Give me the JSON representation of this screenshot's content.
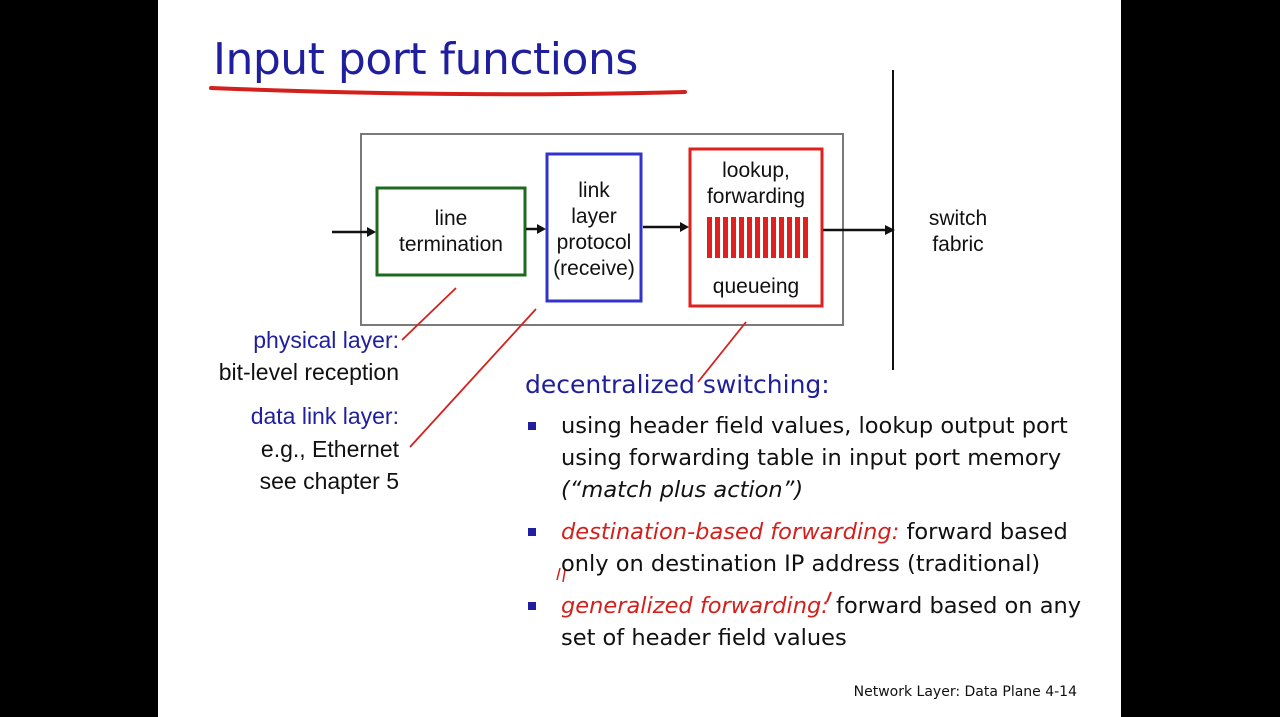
{
  "title": "Input port functions",
  "blocks": {
    "line_termination": [
      "line",
      "termination"
    ],
    "link_layer": [
      "link",
      "layer",
      "protocol",
      "(receive)"
    ],
    "lookup": [
      "lookup,",
      "forwarding"
    ],
    "queueing": "queueing"
  },
  "switch_fabric": [
    "switch",
    "fabric"
  ],
  "physical_layer": {
    "heading": "physical layer:",
    "desc": "bit-level reception"
  },
  "data_link_layer": {
    "heading": "data link layer:",
    "desc": [
      "e.g., Ethernet",
      "see chapter 5"
    ]
  },
  "decentralized": {
    "heading": "decentralized switching:",
    "bullets": [
      {
        "text": "using header field values, lookup output port using forwarding table in input port memory ",
        "italic": "(“match plus action”)"
      },
      {
        "emph": "destination-based forwarding:",
        "text": " forward based only on destination IP address (traditional)"
      },
      {
        "emph": "generalized forwarding:",
        "text": " forward based on any set of header field values"
      }
    ]
  },
  "footer": "Network Layer: Data Plane  4-14",
  "colors": {
    "title": "#1f1f9e",
    "underline": "#d4201c",
    "line_termination_box": "#1c6b1c",
    "link_layer_box": "#3333cc",
    "lookup_box": "#e0201c",
    "queue_bars": "#e0201c"
  }
}
